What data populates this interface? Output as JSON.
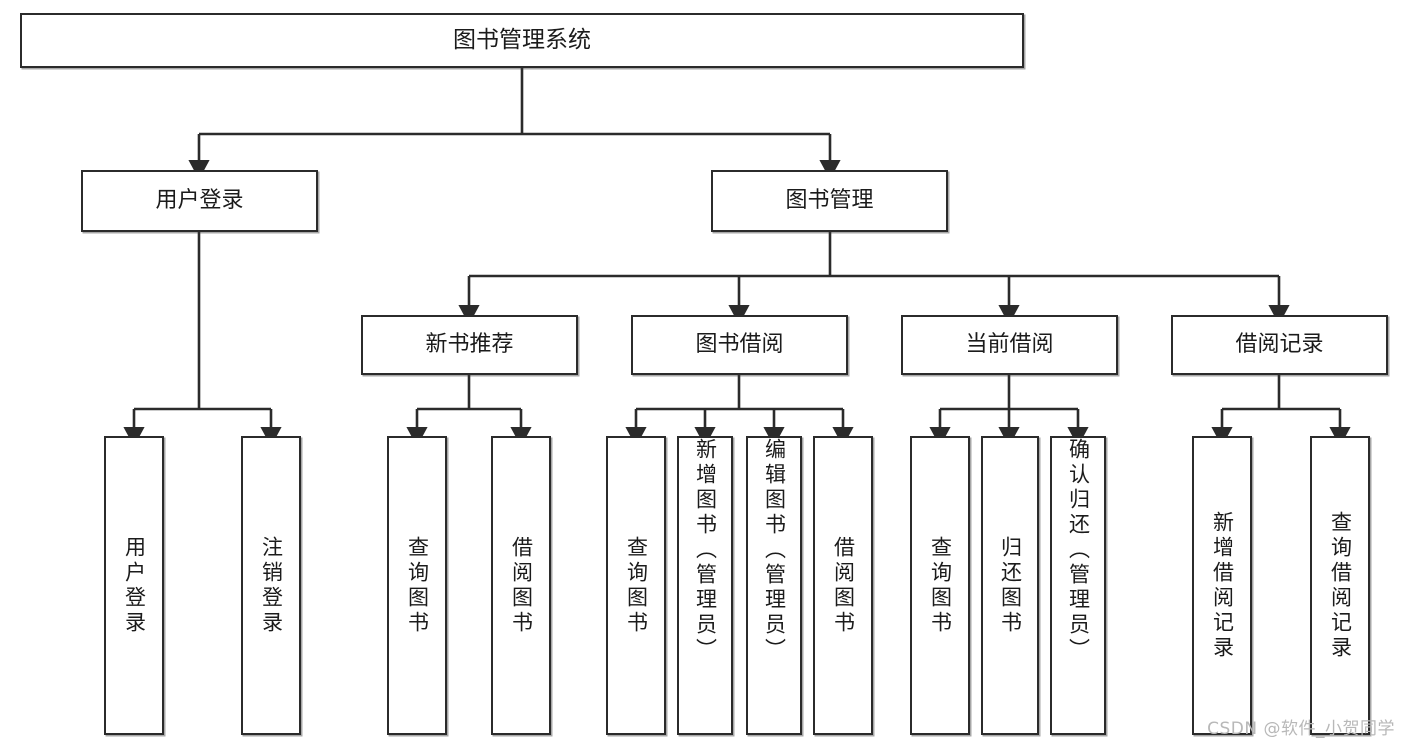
{
  "diagram": {
    "type": "tree",
    "title": "图书管理系统",
    "root": {
      "label": "图书管理系统"
    },
    "level2": [
      {
        "label": "用户登录"
      },
      {
        "label": "图书管理"
      }
    ],
    "level3": [
      {
        "label": "新书推荐"
      },
      {
        "label": "图书借阅"
      },
      {
        "label": "当前借阅"
      },
      {
        "label": "借阅记录"
      }
    ],
    "leaves": {
      "user_login": [
        {
          "label": "用户登录"
        },
        {
          "label": "注销登录"
        }
      ],
      "new_book_recommend": [
        {
          "label": "查询图书"
        },
        {
          "label": "借阅图书"
        }
      ],
      "book_borrow": [
        {
          "label": "查询图书"
        },
        {
          "label": "新增图书（管理员）"
        },
        {
          "label": "编辑图书（管理员）"
        },
        {
          "label": "借阅图书"
        }
      ],
      "current_borrow": [
        {
          "label": "查询图书"
        },
        {
          "label": "归还图书"
        },
        {
          "label": "确认归还（管理员）"
        }
      ],
      "borrow_record": [
        {
          "label": "新增借阅记录"
        },
        {
          "label": "查询借阅记录"
        }
      ]
    }
  },
  "watermark": {
    "text": "CSDN @软件_小贺同学"
  },
  "colors": {
    "stroke": "#2b2b2b",
    "box_fill": "#ffffff",
    "text": "#1b1b1b",
    "background": "#ffffff",
    "watermark": "#b8b8b8"
  }
}
